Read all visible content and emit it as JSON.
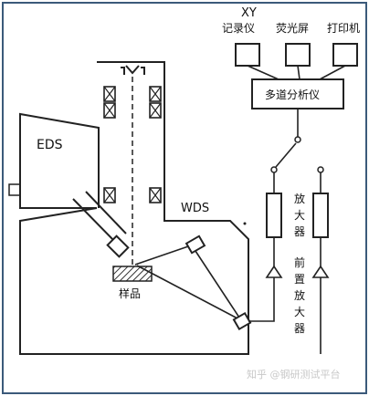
{
  "labels": {
    "xy": "XY",
    "recorder": "记录仪",
    "fluoro_screen": "荧光屏",
    "printer": "打印机",
    "mca": "多道分析仪",
    "eds": "EDS",
    "wds": "WDS",
    "sample": "样品",
    "amplifier": [
      "放",
      "大",
      "器"
    ],
    "preamp": [
      "前",
      "置",
      "放",
      "大",
      "器"
    ]
  },
  "watermark": "知乎 @钢研测试平台",
  "colors": {
    "line": "#222222",
    "text": "#111111",
    "hatch": "#333333",
    "border": "#3b5a7a"
  }
}
